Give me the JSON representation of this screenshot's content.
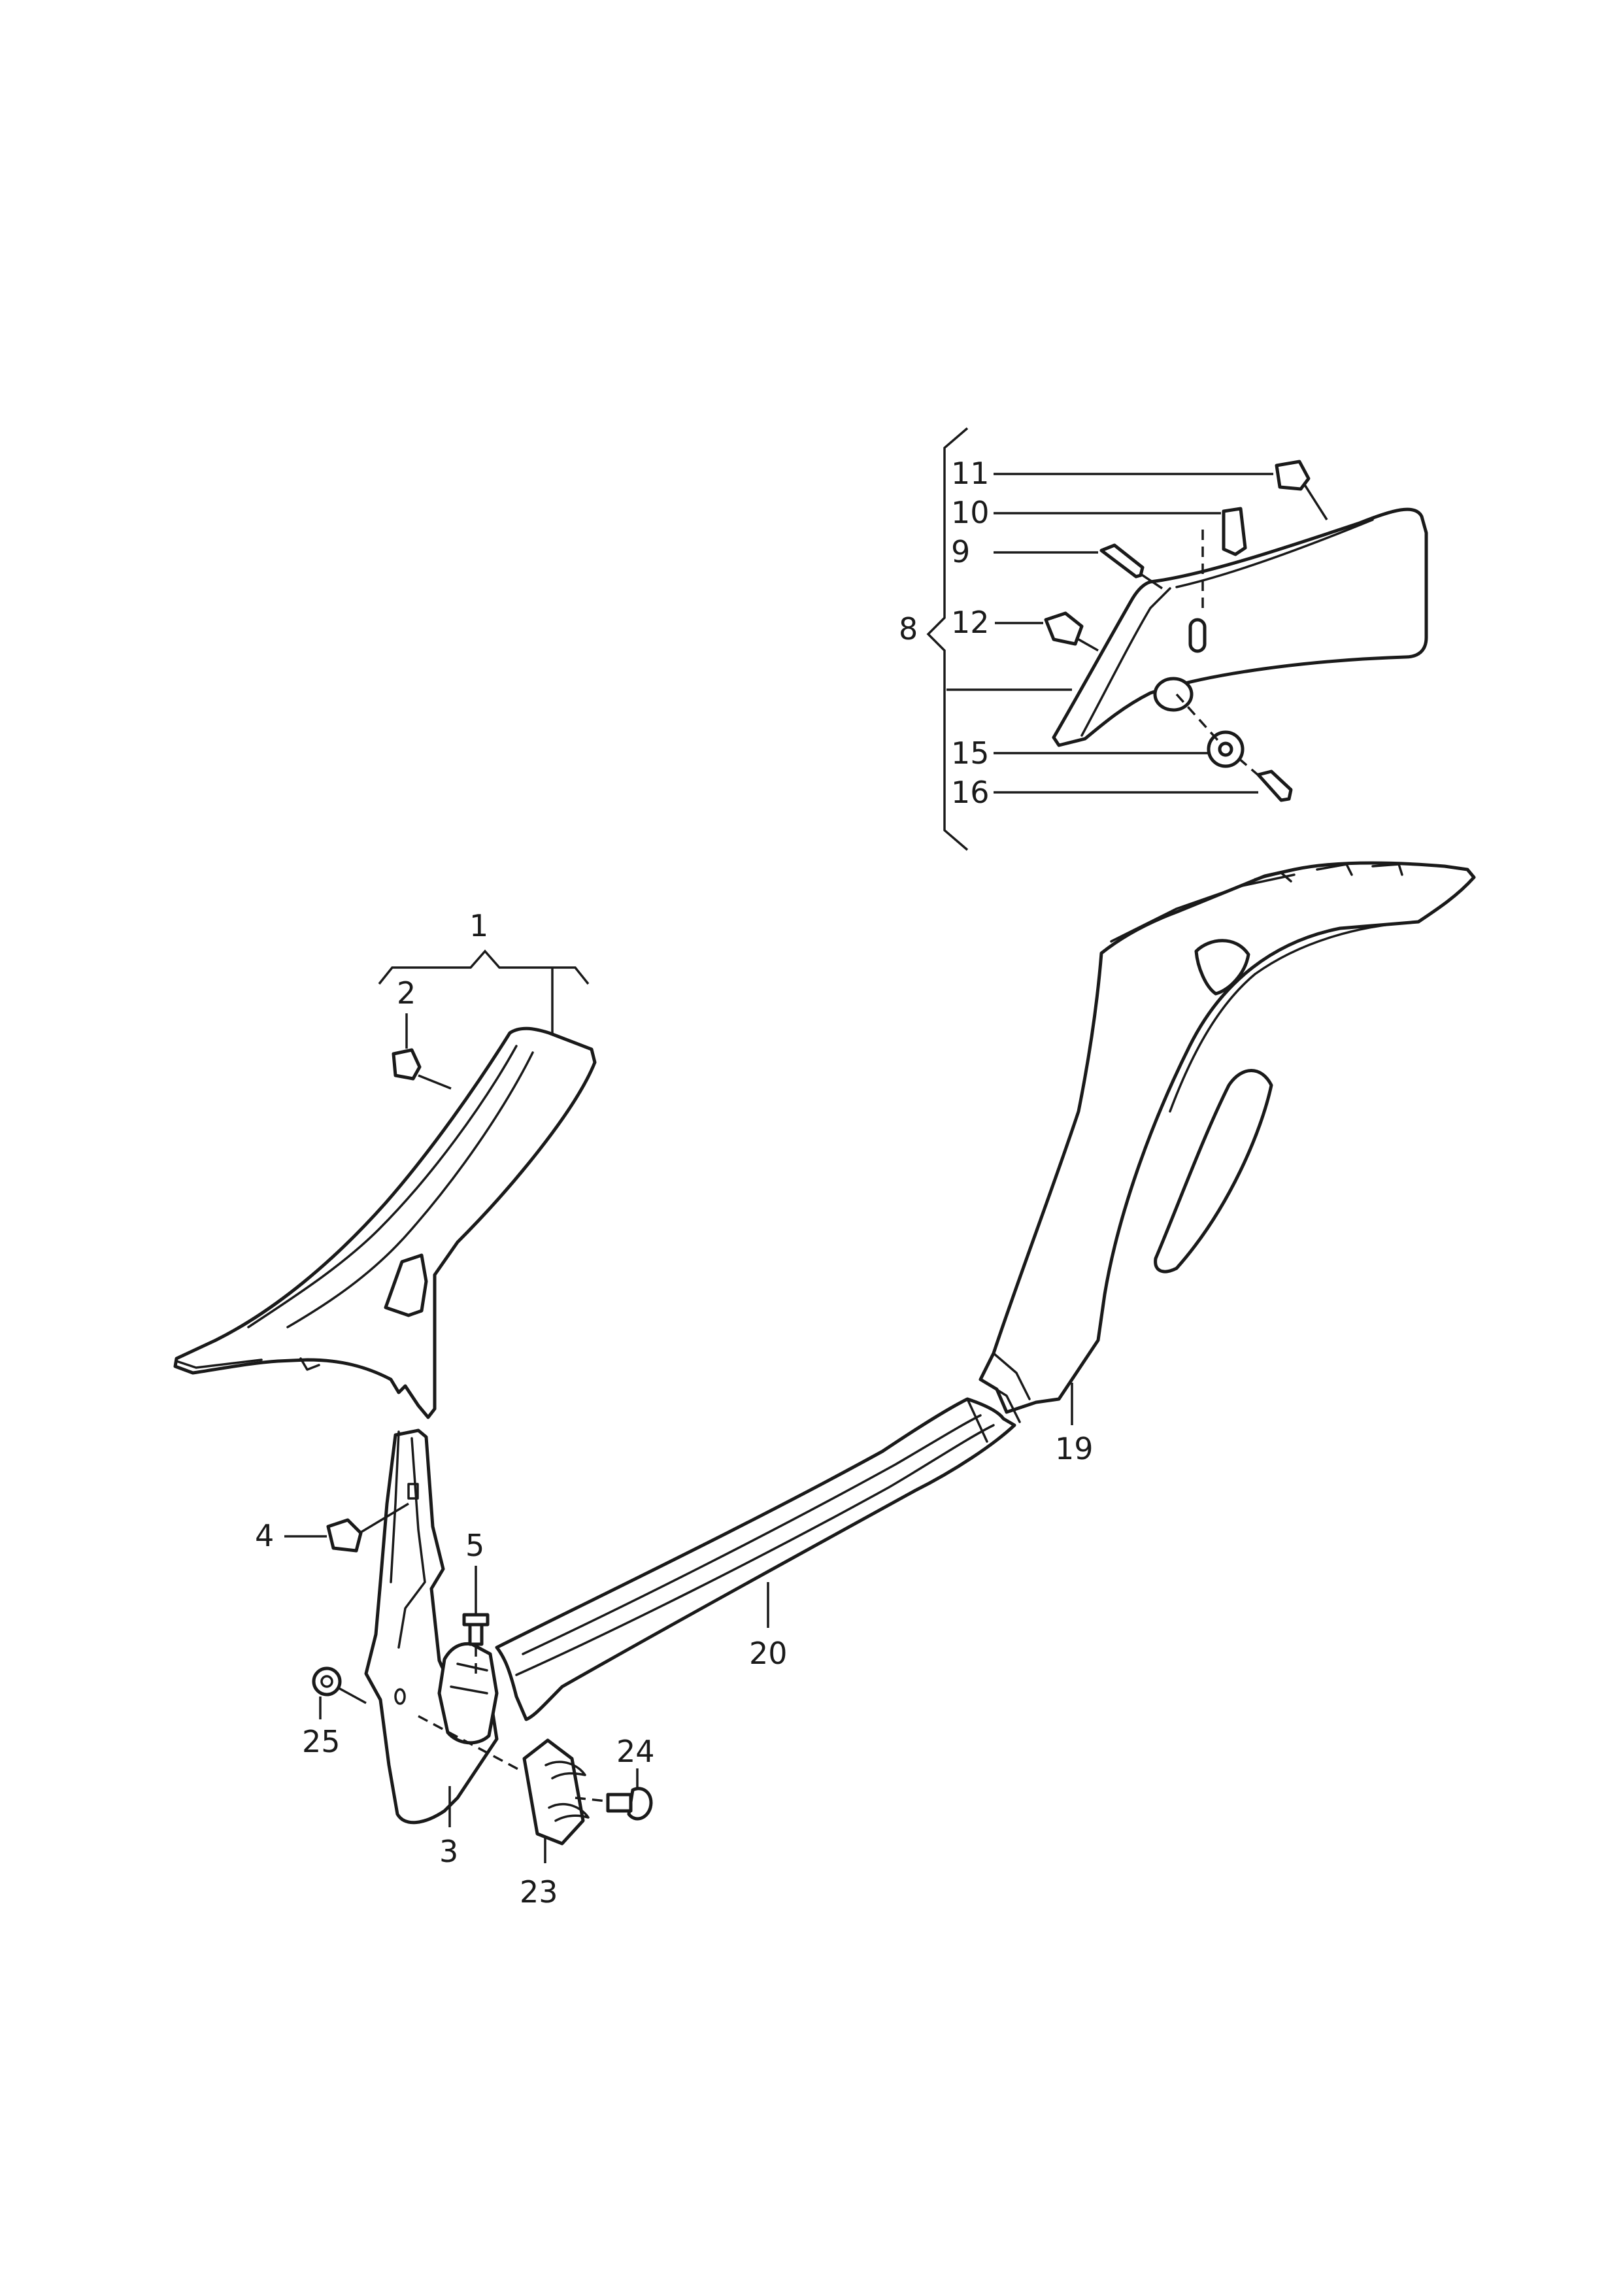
{
  "callouts": {
    "c1": "1",
    "c2": "2",
    "c3": "3",
    "c4": "4",
    "c5": "5",
    "c8": "8",
    "c9": "9",
    "c10": "10",
    "c11": "11",
    "c12": "12",
    "c15": "15",
    "c16": "16",
    "c19": "19",
    "c20": "20",
    "c23": "23",
    "c24": "24",
    "c25": "25"
  },
  "colors": {
    "line": "#1a1a1a",
    "background": "#ffffff"
  }
}
